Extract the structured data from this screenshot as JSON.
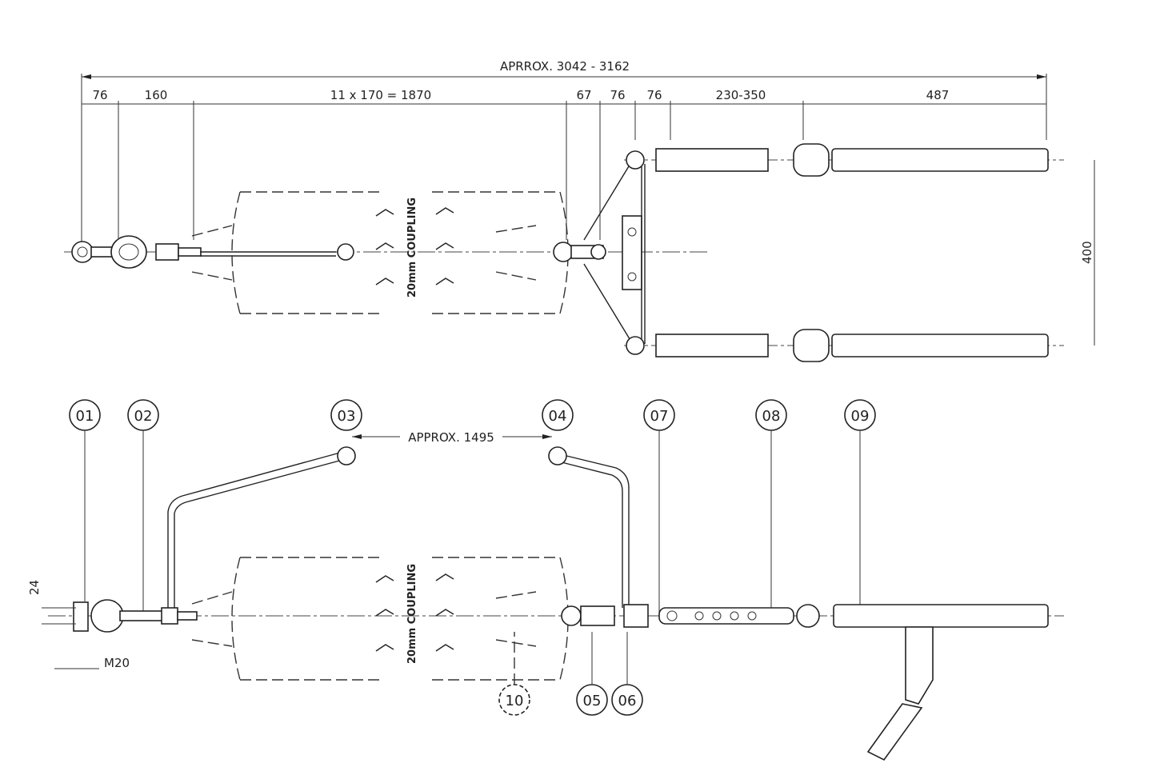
{
  "top_view": {
    "overall_dim": "APRROX. 3042 - 3162",
    "segment_dims": [
      "76",
      "160",
      "11 x 170 = 1870",
      "67",
      "76",
      "76",
      "230-350",
      "487"
    ],
    "spacing_dim": "400",
    "coupling_label": "20mm COUPLING"
  },
  "side_view": {
    "callouts": [
      "01",
      "02",
      "03",
      "04",
      "07",
      "08",
      "09",
      "05",
      "06",
      "10"
    ],
    "arm_spacing_dim": "APPROX. 1495",
    "height_dim": "24",
    "thread_dim": "M20",
    "coupling_label": "20mm COUPLING"
  }
}
